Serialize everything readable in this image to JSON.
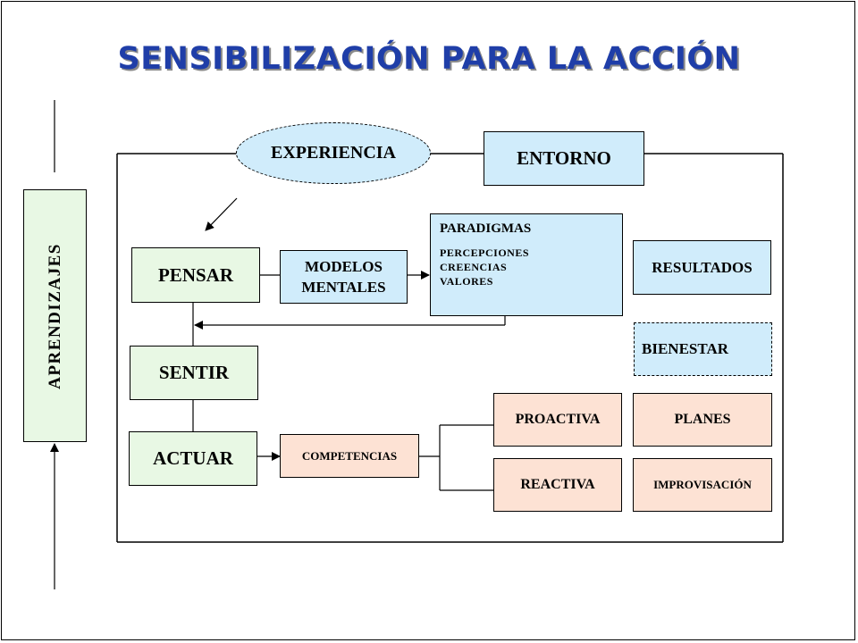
{
  "title": "SENSIBILIZACIÓN PARA LA ACCIÓN",
  "side_label": "APRENDIZAJES",
  "experiencia": "EXPERIENCIA",
  "entorno": "ENTORNO",
  "pensar": "PENSAR",
  "sentir": "SENTIR",
  "actuar": "ACTUAR",
  "modelos_mentales": "MODELOS MENTALES",
  "paradigmas": {
    "heading": "PARADIGMAS",
    "items": [
      "PERCEPCIONES",
      "CREENCIAS",
      "VALORES"
    ]
  },
  "resultados": "RESULTADOS",
  "bienestar": "BIENESTAR",
  "competencias": "COMPETENCIAS",
  "proactiva": "PROACTIVA",
  "reactiva": "REACTIVA",
  "planes": "PLANES",
  "improvisacion": "IMPROVISACIÓN",
  "colors": {
    "title": "#1f3ea8",
    "mint": "#e8f8e4",
    "light_blue": "#d0ecfb",
    "peach": "#fde2d4"
  }
}
